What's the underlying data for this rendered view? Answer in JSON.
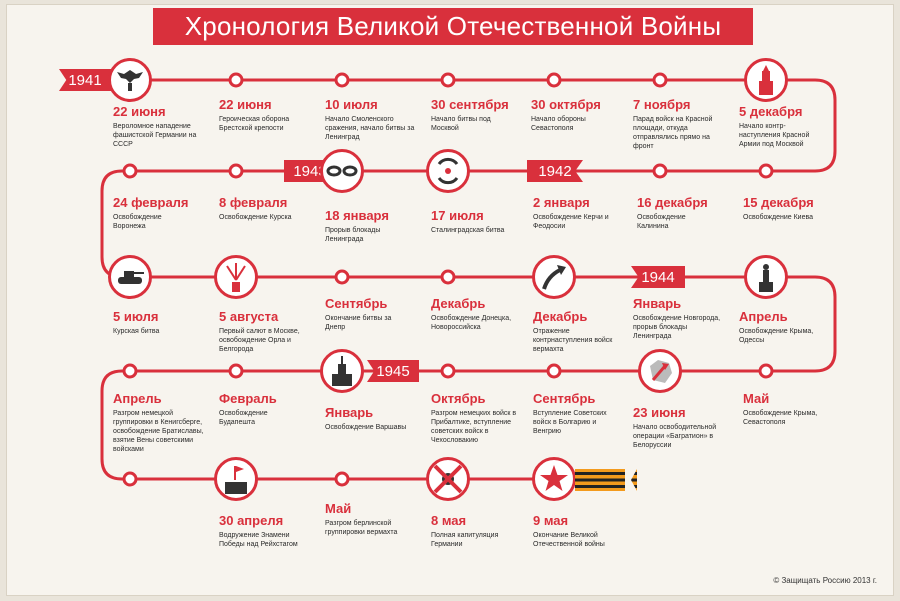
{
  "title": "Хронология Великой Отечественной Войны",
  "copyright": "© Защищать Россию 2013 г.",
  "colors": {
    "accent": "#d9303c",
    "background": "#f7f4ee",
    "text": "#2b2b2b"
  },
  "years": {
    "y1941": "1941",
    "y1942": "1942",
    "y1943": "1943",
    "y1944": "1944",
    "y1945": "1945"
  },
  "events": [
    {
      "date": "22 июня",
      "text": "Вероломное нападение фашистской Германии на СССР"
    },
    {
      "date": "22 июня",
      "text": "Героическая оборона Брестской крепости"
    },
    {
      "date": "10 июля",
      "text": "Начало Смоленского сражения, начало битвы за Ленинград"
    },
    {
      "date": "30 сентября",
      "text": "Начало битвы под Москвой"
    },
    {
      "date": "30 октября",
      "text": "Начало обороны Севастополя"
    },
    {
      "date": "7 ноября",
      "text": "Парад войск на Красной площади, откуда отправлялись прямо на фронт"
    },
    {
      "date": "5 декабря",
      "text": "Начало контр-наступления Красной Армии под Москвой"
    },
    {
      "date": "24 февраля",
      "text": "Освобождение Воронежа"
    },
    {
      "date": "8 февраля",
      "text": "Освобождение Курска"
    },
    {
      "date": "18 января",
      "text": "Прорыв блокады Ленинграда"
    },
    {
      "date": "17 июля",
      "text": "Сталинградская битва"
    },
    {
      "date": "2 января",
      "text": "Освобождение Керчи и Феодосии"
    },
    {
      "date": "16 декабря",
      "text": "Освобождение Калинина"
    },
    {
      "date": "15 декабря",
      "text": "Освобождение Киева"
    },
    {
      "date": "5 июля",
      "text": "Курская битва"
    },
    {
      "date": "5 августа",
      "text": "Первый салют в Москве, освобождение Орла и Белгорода"
    },
    {
      "date": "Сентябрь",
      "text": "Окончание битвы за Днепр"
    },
    {
      "date": "Декабрь",
      "text": "Освобождение Донецка, Новороссийска"
    },
    {
      "date": "Декабрь",
      "text": "Отражение контрнаступления войск вермахта"
    },
    {
      "date": "Январь",
      "text": "Освобождение Новгорода, прорыв блокады Ленинграда"
    },
    {
      "date": "Апрель",
      "text": "Освобождение Крыма, Одессы"
    },
    {
      "date": "Апрель",
      "text": "Разгром немецкой группировки в Кенигсберге, освобождение Братиславы, взятие Вены советскими войсками"
    },
    {
      "date": "Февраль",
      "text": "Освобождение Будапешта"
    },
    {
      "date": "Январь",
      "text": "Освобождение Варшавы"
    },
    {
      "date": "Октябрь",
      "text": "Разгром немецких войск в Прибалтике, вступление советских войск в Чехословакию"
    },
    {
      "date": "Сентябрь",
      "text": "Вступление Советских войск в Болгарию и Венгрию"
    },
    {
      "date": "23 июня",
      "text": "Начало освободительной операции «Багратион» в Белоруссии"
    },
    {
      "date": "Май",
      "text": "Освобождение Крыма, Севастополя"
    },
    {
      "date": "30 апреля",
      "text": "Водружение Знамени Победы над Рейхстагом"
    },
    {
      "date": "Май",
      "text": "Разгром берлинской группировки вермахта"
    },
    {
      "date": "8 мая",
      "text": "Полная капитуляция Германии"
    },
    {
      "date": "9 мая",
      "text": "Окончание Великой Отечественной войны"
    }
  ]
}
